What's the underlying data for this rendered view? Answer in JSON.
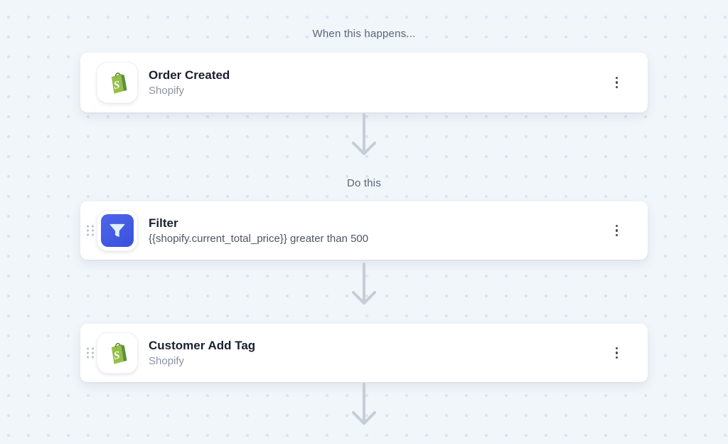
{
  "header": {
    "trigger_label": "When this happens...",
    "action_label": "Do this"
  },
  "steps": [
    {
      "title": "Order Created",
      "subtitle": "Shopify",
      "app": "Shopify",
      "icon": "shopify-bag-icon",
      "has_drag_handle": false
    },
    {
      "title": "Filter",
      "subtitle": "{{shopify.current_total_price}} greater than 500",
      "app": "Filter",
      "icon": "filter-funnel-icon",
      "has_drag_handle": true
    },
    {
      "title": "Customer Add Tag",
      "subtitle": "Shopify",
      "app": "Shopify",
      "icon": "shopify-bag-icon",
      "has_drag_handle": true
    }
  ],
  "colors": {
    "canvas_background": "#f1f6fb",
    "canvas_dot": "#d9e4f5",
    "card_background": "#ffffff",
    "title_text": "#19202e",
    "subtitle_muted": "#8b93a1",
    "subtitle_dark": "#4d5565",
    "section_label": "#5b6474",
    "connector_arrow": "#c7cdd6",
    "shopify_green": "#95bf47",
    "shopify_green_dark": "#5e8e3e",
    "filter_blue": "#4159e3",
    "funnel_fill": "#ddf2fb",
    "kebab_dot": "#434b59",
    "drag_handle_dot": "#b4bcc9"
  }
}
